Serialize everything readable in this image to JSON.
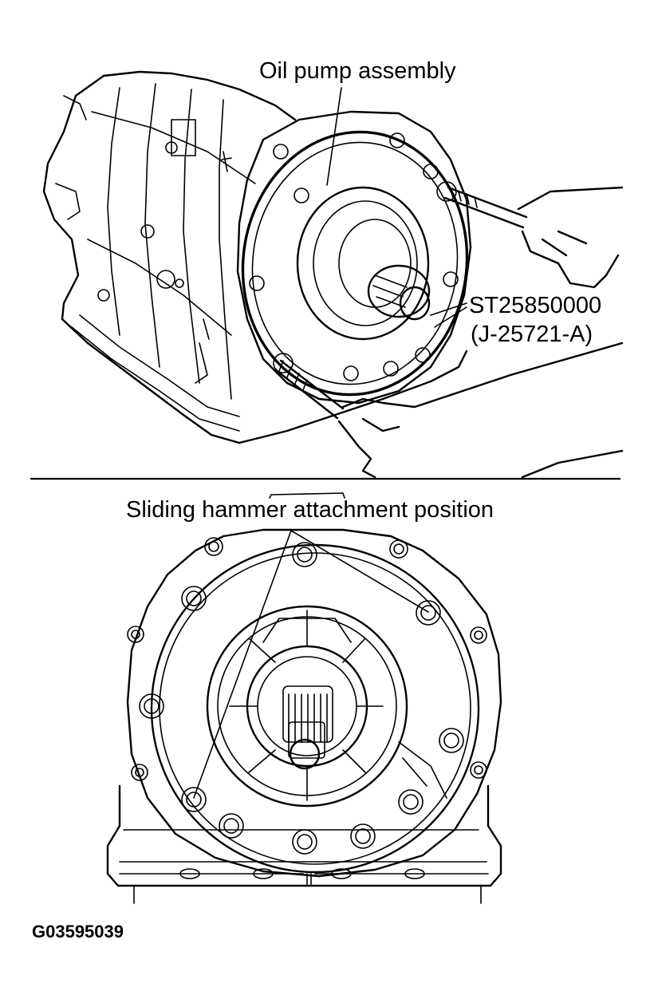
{
  "labels": {
    "oil_pump": "Oil pump assembly",
    "tool_number": "ST25850000",
    "tool_number_alt": "(J-25721-A)",
    "sliding_hammer": "Sliding hammer attachment position",
    "figure_code": "G03595039"
  }
}
